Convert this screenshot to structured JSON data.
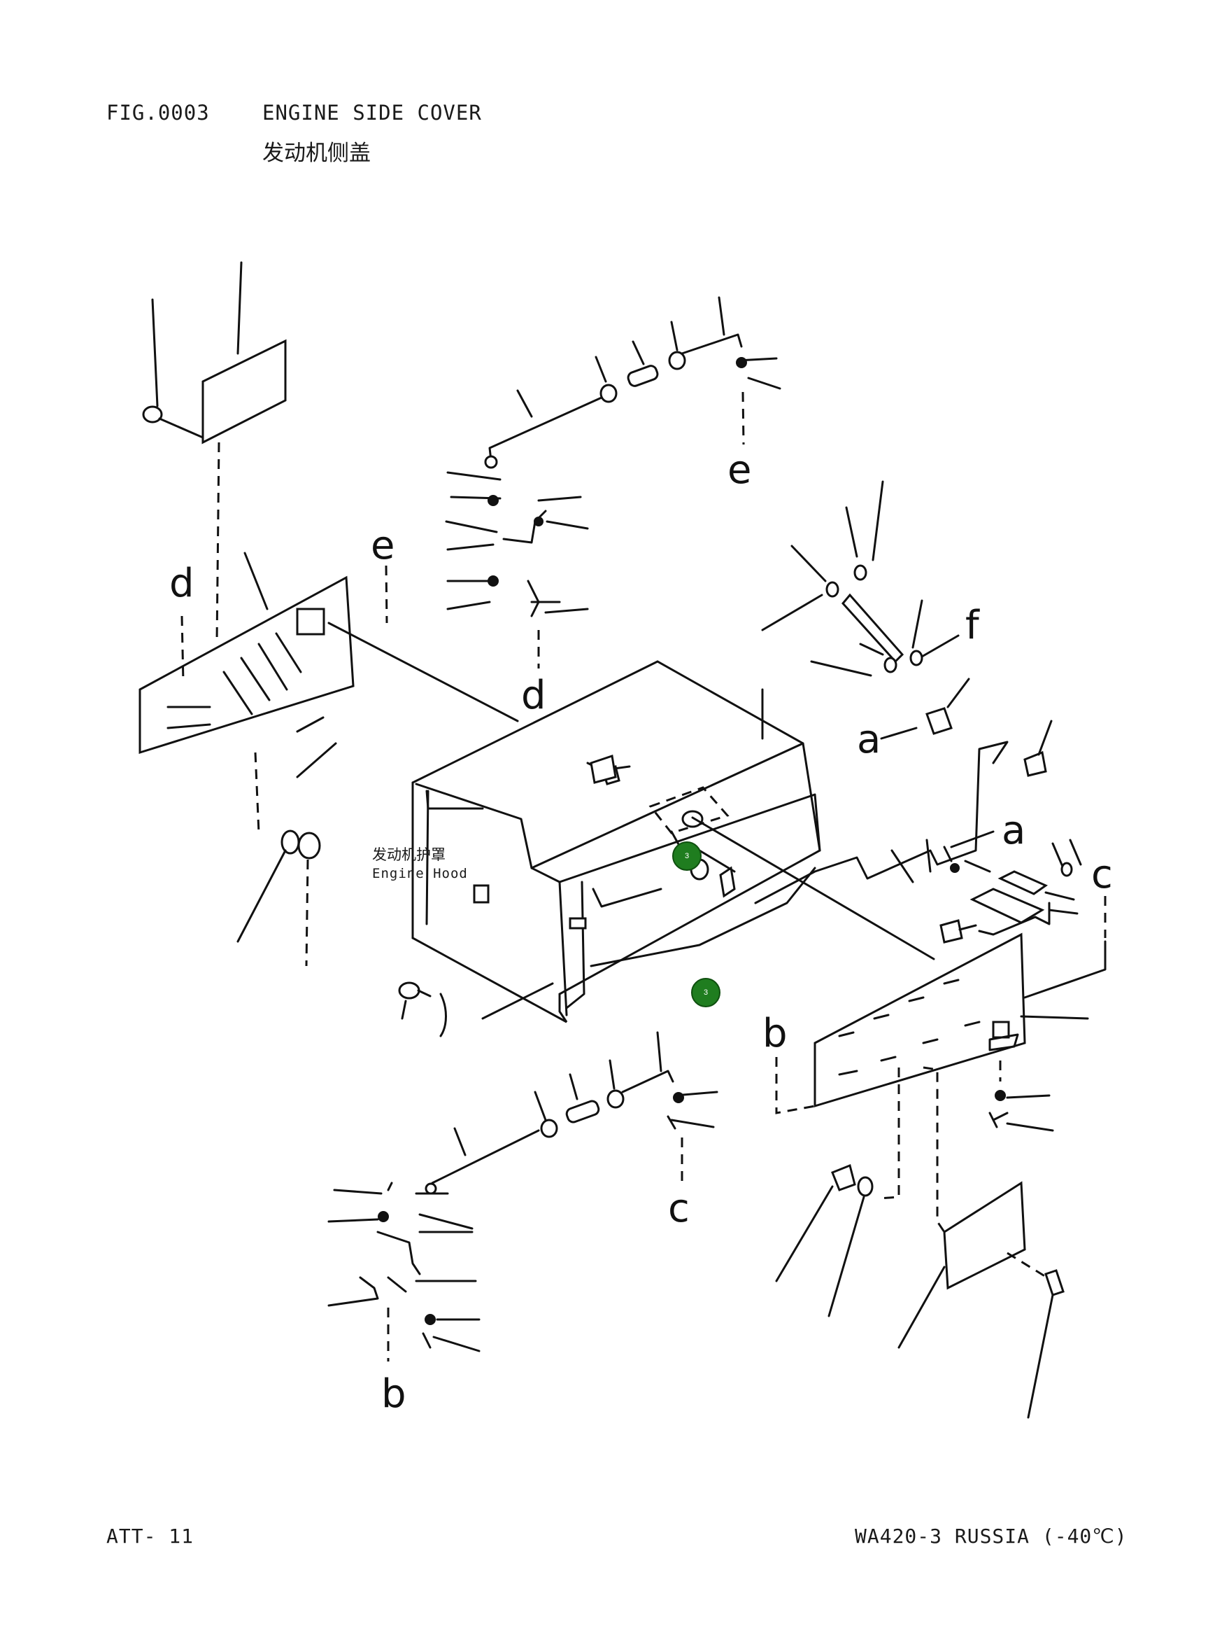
{
  "header": {
    "fig_label": "FIG.0003",
    "title_en": "ENGINE SIDE COVER",
    "title_zh": "发动机侧盖"
  },
  "diagram": {
    "part_label": {
      "zh": "发动机护罩",
      "en": "Engine Hood"
    },
    "callouts": [
      "3",
      "3"
    ],
    "reference_letters": [
      "a",
      "a",
      "b",
      "b",
      "c",
      "c",
      "d",
      "d",
      "e",
      "e",
      "f"
    ]
  },
  "footer": {
    "page_id": "ATT- 11",
    "model": "WA420-3 RUSSIA (-40℃)"
  }
}
